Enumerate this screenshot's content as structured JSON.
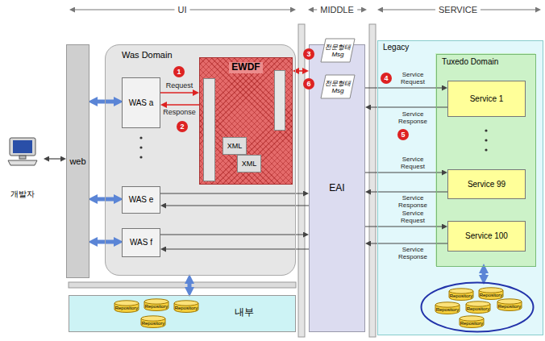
{
  "diagram": {
    "nodes": [
      {
        "text": [
          "개발자"
        ]
      },
      {
        "text": [
          "web"
        ]
      },
      {
        "text": [
          "Was Domain"
        ]
      },
      {
        "text": [
          "WAS a"
        ],
        "in": 2
      },
      {
        "text": [
          "WAS e"
        ],
        "in": 2
      },
      {
        "text": [
          "WAS f"
        ],
        "in": 2
      },
      {
        "text": [
          "EWDF"
        ],
        "in": 2
      },
      {
        "text": [
          "XML"
        ],
        "in": 6
      },
      {
        "text": [
          "XML"
        ],
        "in": 6
      },
      {
        "text": [
          "내부",
          "Repository",
          "Repository",
          "Repository",
          "Repository"
        ]
      },
      {
        "text": [
          "EAI"
        ]
      },
      {
        "text": [
          "전문형태 Msg"
        ]
      },
      {
        "text": [
          "전문형태 Msg"
        ]
      },
      {
        "text": [
          "Legacy"
        ]
      },
      {
        "text": [
          "Tuxedo Domain"
        ],
        "in": 13
      },
      {
        "text": [
          "Service 1"
        ],
        "in": 14
      },
      {
        "text": [
          "Service 99"
        ],
        "in": 14
      },
      {
        "text": [
          "Service 100"
        ],
        "in": 14
      },
      {
        "text": [
          "Repository",
          "Repository",
          "Repository",
          "Repository",
          "Repository",
          "Repository"
        ],
        "in": 13
      }
    ],
    "edges": [
      {
        "from": 0,
        "to": 1,
        "arrow": "both"
      },
      {
        "from": 1,
        "to": 3,
        "arrow": "both"
      },
      {
        "from": 1,
        "to": 4,
        "arrow": "both"
      },
      {
        "from": 1,
        "to": 5,
        "arrow": "both"
      },
      {
        "from": 3,
        "to": 6,
        "arrow": "to",
        "label": "Request"
      },
      {
        "from": 6,
        "to": 3,
        "arrow": "to",
        "label": "Response"
      },
      {
        "from": 6,
        "to": 10,
        "arrow": "both"
      },
      {
        "from": 4,
        "to": 10,
        "arrow": "to"
      },
      {
        "from": 10,
        "to": 4,
        "arrow": "to"
      },
      {
        "from": 5,
        "to": 10,
        "arrow": "to"
      },
      {
        "from": 10,
        "to": 5,
        "arrow": "to"
      },
      {
        "from": 10,
        "to": 15,
        "arrow": "to",
        "label": "Service Request"
      },
      {
        "from": 15,
        "to": 10,
        "arrow": "to",
        "label": "Service Response"
      },
      {
        "from": 10,
        "to": 16,
        "arrow": "to",
        "label": "Service Request"
      },
      {
        "from": 16,
        "to": 10,
        "arrow": "to",
        "label": "Service Response"
      },
      {
        "from": 10,
        "to": 17,
        "arrow": "to",
        "label": "Service Request"
      },
      {
        "from": 17,
        "to": 10,
        "arrow": "to",
        "label": "Service Response"
      },
      {
        "from": 14,
        "to": 18,
        "arrow": "both"
      },
      {
        "from": 2,
        "to": 9,
        "arrow": "both"
      }
    ],
    "labels": [
      "UI",
      "MIDDLE",
      "SERVICE",
      "1",
      "2",
      "3",
      "4",
      "5",
      "6"
    ]
  }
}
